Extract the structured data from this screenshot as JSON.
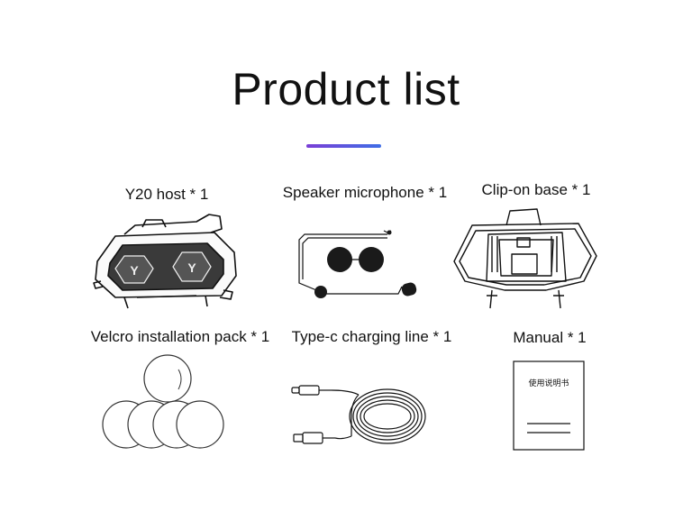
{
  "page": {
    "title": "Product list",
    "accent_gradient": [
      "#7a3fd6",
      "#3f6ee6"
    ]
  },
  "items": [
    {
      "label": "Y20 host * 1",
      "icon": "intercom-device-icon"
    },
    {
      "label": "Speaker microphone * 1",
      "icon": "speaker-microphone-icon"
    },
    {
      "label": "Clip-on base * 1",
      "icon": "clip-base-icon"
    },
    {
      "label": "Velcro installation pack * 1",
      "icon": "velcro-pads-icon"
    },
    {
      "label": "Type-c charging line * 1",
      "icon": "usb-c-cable-icon"
    },
    {
      "label": "Manual * 1",
      "icon": "manual-booklet-icon"
    }
  ],
  "manual": {
    "cover_text": "使用说明书"
  },
  "device": {
    "logo_text": "Y"
  }
}
